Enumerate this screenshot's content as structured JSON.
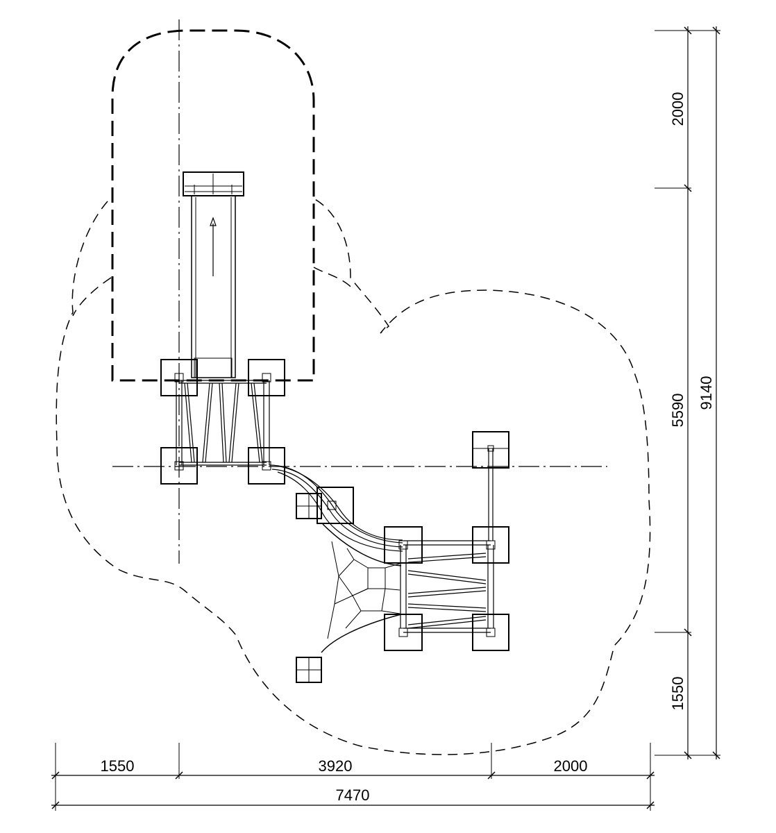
{
  "drawing": {
    "type": "playground equipment site plan",
    "colors": {
      "line": "#000000",
      "background": "#ffffff"
    }
  },
  "dimensions": {
    "horizontal": {
      "segments": [
        "1550",
        "3920",
        "2000"
      ],
      "total": "7470"
    },
    "vertical": {
      "segments": [
        "2000",
        "5590",
        "1550"
      ],
      "total": "9140"
    }
  }
}
